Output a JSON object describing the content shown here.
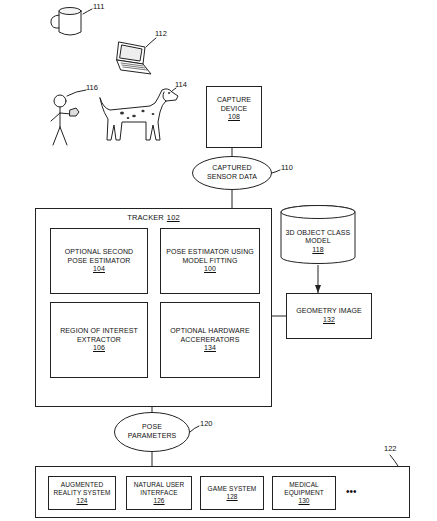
{
  "diagram": {
    "nodes": [
      {
        "text": [
          "CAPTURE DEVICE",
          "108"
        ]
      },
      {
        "text": [
          "CAPTURED SENSOR DATA",
          "110"
        ]
      },
      {
        "text": [
          "TRACKER",
          "102"
        ]
      },
      {
        "text": [
          "OPTIONAL SECOND POSE ESTIMATOR",
          "104"
        ],
        "in": 2
      },
      {
        "text": [
          "POSE ESTIMATOR USING MODEL FITTING",
          "100"
        ],
        "in": 2
      },
      {
        "text": [
          "REGION OF INTEREST EXTRACTOR",
          "106"
        ],
        "in": 2
      },
      {
        "text": [
          "OPTIONAL HARDWARE ACCERERATORS",
          "134"
        ],
        "in": 2
      },
      {
        "text": [
          "3D OBJECT CLASS MODEL",
          "118"
        ]
      },
      {
        "text": [
          "GEOMETRY IMAGE",
          "132"
        ]
      },
      {
        "text": [
          "POSE PARAMETERS",
          "120"
        ]
      },
      {
        "text": [
          "122"
        ]
      },
      {
        "text": [
          "AUGMENTED REALITY SYSTEM",
          "124"
        ],
        "in": 10
      },
      {
        "text": [
          "NATURAL USER INTERFACE",
          "126"
        ],
        "in": 10
      },
      {
        "text": [
          "GAME SYSTEM",
          "128"
        ],
        "in": 10
      },
      {
        "text": [
          "MEDICAL EQUIPMENT",
          "130"
        ],
        "in": 10
      }
    ],
    "edges": [
      {
        "from": 0,
        "to": 1,
        "arrow": "none"
      },
      {
        "from": 1,
        "to": 2,
        "arrow": "none"
      },
      {
        "from": 7,
        "to": 8,
        "arrow": "to"
      },
      {
        "from": 8,
        "to": 2,
        "arrow": "none"
      },
      {
        "from": 2,
        "to": 9,
        "arrow": "none"
      },
      {
        "from": 9,
        "to": 10,
        "arrow": "none"
      }
    ],
    "labels": [
      "111",
      "112",
      "116",
      "114",
      "•••"
    ]
  }
}
